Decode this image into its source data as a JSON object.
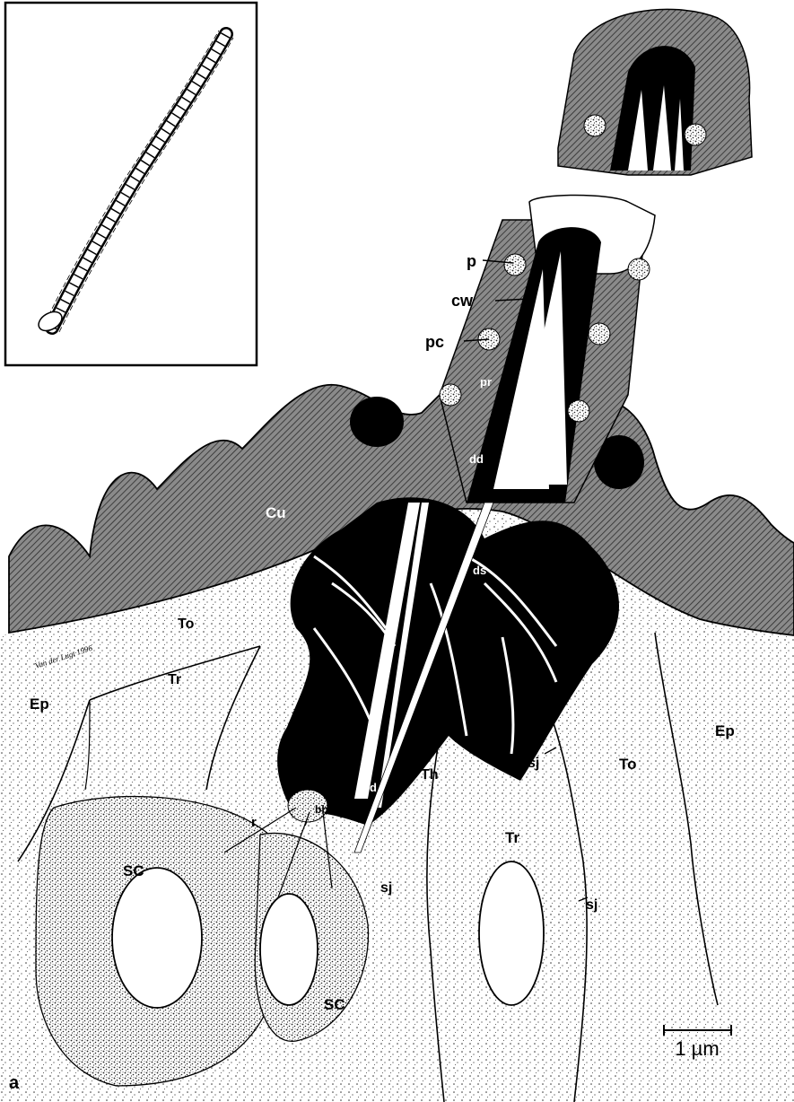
{
  "figure": {
    "panel_letter": "a",
    "scale_bar": "1 µm",
    "artist_signature": "Van der Lugt 1996"
  },
  "labels": {
    "p": "p",
    "cw": "cw",
    "pc": "pc",
    "pr": "pr",
    "dd": "dd",
    "ds": "ds",
    "cu": "Cu",
    "to_left": "To",
    "to_right": "To",
    "ep_left": "Ep",
    "ep_right": "Ep",
    "tr_left": "Tr",
    "tr_right": "Tr",
    "th": "Th",
    "sj_center": "sj",
    "sj_lower": "sj",
    "sj_right": "sj",
    "r": "r",
    "bb": "bb",
    "pd": "pd",
    "sc_upper": "SC",
    "sc_lower": "SC"
  },
  "colors": {
    "ink": "#000000",
    "paper": "#ffffff",
    "cuticle_hatch": "#505050",
    "stipple": "#3a3a3a"
  }
}
